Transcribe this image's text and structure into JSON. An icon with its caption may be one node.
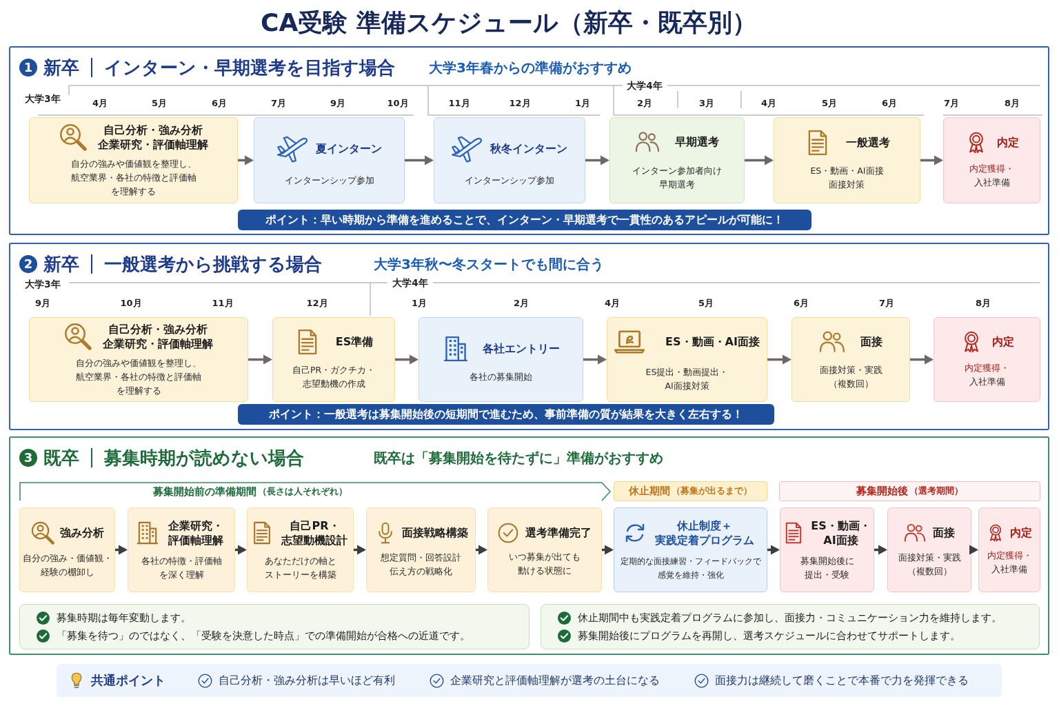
{
  "diagram": {
    "title": "CA受験 準備スケジュール（新卒・既卒別）",
    "nodes": [
      {
        "text": [
          "1",
          "新卒",
          "インターン・早期選考を目指す場合",
          "大学3年春からの準備がおすすめ"
        ]
      },
      {
        "text": [
          "自己分析・強み分析",
          "企業研究・評価軸理解",
          "自分の強みや価値観を整理し、航空業界・各社の特徴と評価軸を理解する"
        ],
        "in": 0
      },
      {
        "text": [
          "夏インターン",
          "インターンシップ参加"
        ],
        "in": 0
      },
      {
        "text": [
          "秋冬インターン",
          "インターンシップ参加"
        ],
        "in": 0
      },
      {
        "text": [
          "早期選考",
          "インターン参加者向け早期選考"
        ],
        "in": 0
      },
      {
        "text": [
          "一般選考",
          "ES・動画・AI面接",
          "面接対策"
        ],
        "in": 0
      },
      {
        "text": [
          "内定",
          "内定獲得・",
          "入社準備"
        ],
        "in": 0
      },
      {
        "text": [
          "ポイント：早い時期から準備を進めることで、インターン・早期選考で一貫性のあるアピールが可能に！"
        ],
        "in": 0
      },
      {
        "text": [
          "2",
          "新卒",
          "一般選考から挑戦する場合",
          "大学3年秋〜冬スタートでも間に合う"
        ]
      },
      {
        "text": [
          "自己分析・強み分析",
          "企業研究・評価軸理解",
          "自分の強みや価値観を整理し、航空業界・各社の特徴と評価軸を理解する"
        ],
        "in": 8
      },
      {
        "text": [
          "ES準備",
          "自己PR・ガクチカ・志望動機の作成"
        ],
        "in": 8
      },
      {
        "text": [
          "各社エントリー",
          "各社の募集開始"
        ],
        "in": 8
      },
      {
        "text": [
          "ES・動画・AI面接",
          "ES提出・動画提出・AI面接対策"
        ],
        "in": 8
      },
      {
        "text": [
          "面接",
          "面接対策・実践",
          "（複数回）"
        ],
        "in": 8
      },
      {
        "text": [
          "内定",
          "内定獲得・",
          "入社準備"
        ],
        "in": 8
      },
      {
        "text": [
          "ポイント：一般選考は募集開始後の短期間で進むため、事前準備の質が結果を大きく左右する！"
        ],
        "in": 8
      },
      {
        "text": [
          "3",
          "既卒",
          "募集時期が読めない場合",
          "既卒は「募集開始を待たずに」準備がおすすめ"
        ]
      },
      {
        "text": [
          "募集開始前の準備期間",
          "（長さは人それぞれ）"
        ],
        "in": 16
      },
      {
        "text": [
          "休止期間",
          "（募集が出るまで）"
        ],
        "in": 16
      },
      {
        "text": [
          "募集開始後",
          "（選考期間）"
        ],
        "in": 16
      },
      {
        "text": [
          "強み分析",
          "自分の強み・価値観・経験の棚卸し"
        ],
        "in": 16
      },
      {
        "text": [
          "企業研究・評価軸理解",
          "各社の特徴・評価軸を深く理解"
        ],
        "in": 16
      },
      {
        "text": [
          "自己PR・志望動機設計",
          "あなただけの軸とストーリーを構築"
        ],
        "in": 16
      },
      {
        "text": [
          "面接戦略構築",
          "想定質問・回答設計",
          "伝え方の戦略化"
        ],
        "in": 16
      },
      {
        "text": [
          "選考準備完了",
          "いつ募集が出ても動ける状態に"
        ],
        "in": 16
      },
      {
        "text": [
          "休止制度＋実践定着プログラム",
          "定期的な面接練習・フィードバックで感覚を維持・強化"
        ],
        "in": 16
      },
      {
        "text": [
          "ES・動画・AI面接",
          "募集開始後に提出・受験"
        ],
        "in": 16
      },
      {
        "text": [
          "面接",
          "面接対策・実践",
          "（複数回）"
        ],
        "in": 16
      },
      {
        "text": [
          "内定",
          "内定獲得・",
          "入社準備"
        ],
        "in": 16
      },
      {
        "text": [
          "募集時期は毎年変動します。",
          "「募集を待つ」のではなく、「受験を決意した時点」での準備開始が合格への近道です。"
        ],
        "in": 16
      },
      {
        "text": [
          "休止期間中も実践定着プログラムに参加し、面接力・コミュニケーション力を維持します。",
          "募集開始後にプログラムを再開し、選考スケジュールに合わせてサポートします。"
        ],
        "in": 16
      },
      {
        "text": [
          "共通ポイント",
          "自己分析・強み分析は早いほど有利",
          "企業研究と評価軸理解が選考の土台になる",
          "面接力は継続して磨くことで本番で力を発揮できる"
        ]
      }
    ],
    "edges": [
      {
        "from": 1,
        "to": 2,
        "arrow": "to"
      },
      {
        "from": 2,
        "to": 3,
        "arrow": "to"
      },
      {
        "from": 3,
        "to": 4,
        "arrow": "to"
      },
      {
        "from": 4,
        "to": 5,
        "arrow": "to"
      },
      {
        "from": 5,
        "to": 6,
        "arrow": "to"
      },
      {
        "from": 9,
        "to": 10,
        "arrow": "to"
      },
      {
        "from": 10,
        "to": 11,
        "arrow": "to"
      },
      {
        "from": 11,
        "to": 12,
        "arrow": "to"
      },
      {
        "from": 12,
        "to": 13,
        "arrow": "to"
      },
      {
        "from": 13,
        "to": 14,
        "arrow": "to"
      },
      {
        "from": 20,
        "to": 21,
        "arrow": "to",
        "color": "#3d3d3d"
      },
      {
        "from": 21,
        "to": 22,
        "arrow": "to",
        "color": "#3d3d3d"
      },
      {
        "from": 22,
        "to": 23,
        "arrow": "to",
        "color": "#3d3d3d"
      },
      {
        "from": 23,
        "to": 24,
        "arrow": "to",
        "color": "#3d3d3d"
      },
      {
        "from": 24,
        "to": 25,
        "arrow": "to",
        "color": "#3d3d3d"
      },
      {
        "from": 25,
        "to": 26,
        "arrow": "to",
        "color": "#3d3d3d"
      },
      {
        "from": 26,
        "to": 27,
        "arrow": "to",
        "color": "#3d3d3d"
      },
      {
        "from": 27,
        "to": 28,
        "arrow": "to",
        "color": "#3d3d3d"
      }
    ],
    "labels": [
      "大学3年",
      "大学4年",
      "4月",
      "5月",
      "6月",
      "7月",
      "9月",
      "10月",
      "11月",
      "12月",
      "1月",
      "2月",
      "3月",
      "4月",
      "5月",
      "6月",
      "7月",
      "8月",
      "大学3年",
      "大学4年",
      "9月",
      "10月",
      "11月",
      "12月",
      "1月",
      "2月",
      "4月",
      "5月",
      "6月",
      "7月",
      "8月"
    ]
  }
}
